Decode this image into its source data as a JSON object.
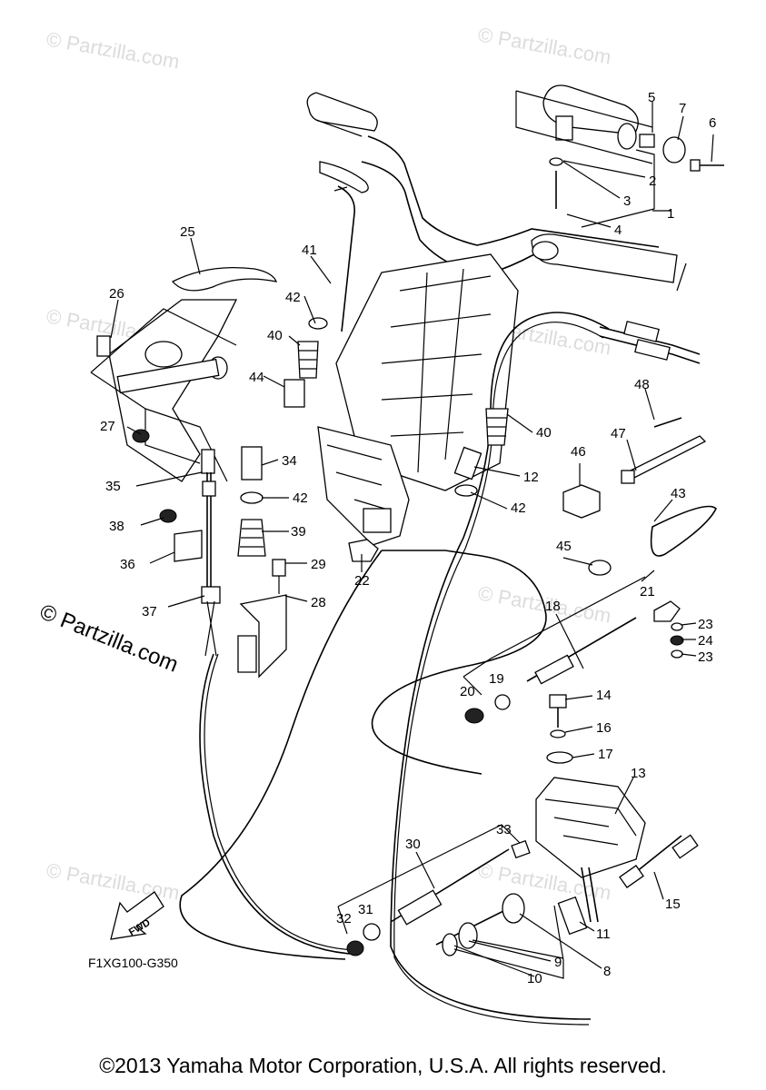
{
  "watermark": {
    "text": "© Partzilla.com",
    "large_text": "© Partzilla.com"
  },
  "figure_code": "F1XG100-G350",
  "fwd_label": "FWD",
  "copyright": "©2013 Yamaha Motor Corporation, U.S.A. All rights reserved.",
  "callouts": {
    "c1": "1",
    "c2": "2",
    "c3": "3",
    "c4": "4",
    "c5": "5",
    "c6": "6",
    "c7": "7",
    "c8": "8",
    "c9": "9",
    "c10": "10",
    "c11": "11",
    "c12": "12",
    "c13": "13",
    "c14": "14",
    "c15": "15",
    "c16": "16",
    "c17": "17",
    "c18": "18",
    "c19": "19",
    "c20": "20",
    "c21": "21",
    "c22": "22",
    "c23a": "23",
    "c23b": "23",
    "c24": "24",
    "c25": "25",
    "c26": "26",
    "c27": "27",
    "c28": "28",
    "c29": "29",
    "c30": "30",
    "c31": "31",
    "c32": "32",
    "c33": "33",
    "c34": "34",
    "c35": "35",
    "c36": "36",
    "c37": "37",
    "c38": "38",
    "c39": "39",
    "c40a": "40",
    "c40b": "40",
    "c41": "41",
    "c42a": "42",
    "c42b": "42",
    "c42c": "42",
    "c43": "43",
    "c44": "44",
    "c45": "45",
    "c46": "46",
    "c47": "47",
    "c48": "48"
  },
  "colors": {
    "line": "#000000",
    "watermark": "#dcdcdc",
    "background": "#ffffff"
  }
}
